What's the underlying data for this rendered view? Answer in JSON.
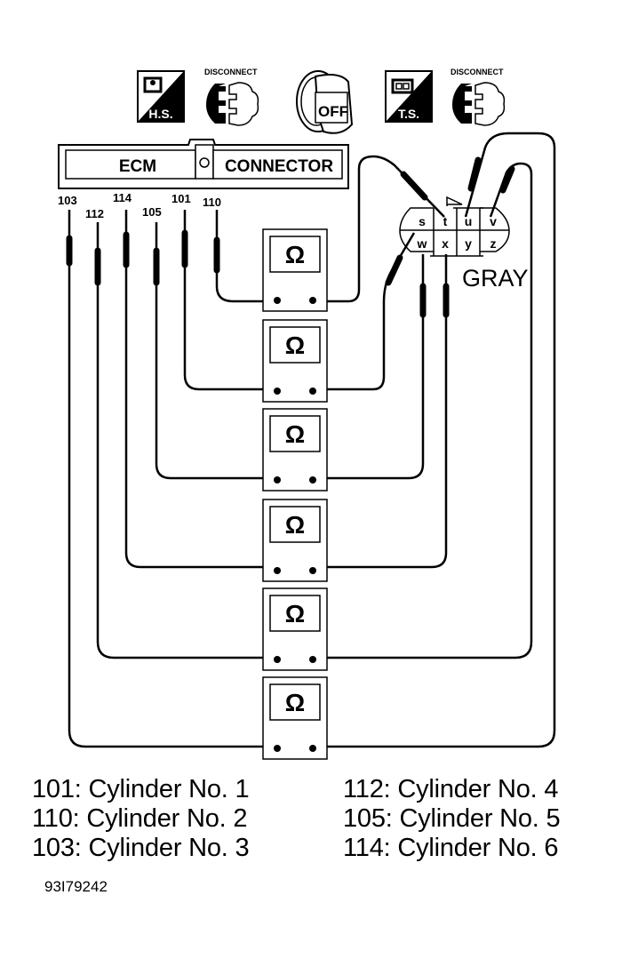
{
  "icons": {
    "hs_label": "H.S.",
    "ts_label": "T.S.",
    "disconnect_label_1": "DISCONNECT",
    "disconnect_label_2": "DISCONNECT",
    "ignition_label": "OFF"
  },
  "ecm_connector": {
    "left_label": "ECM",
    "right_label": "CONNECTOR"
  },
  "ecm_pins": [
    {
      "pin": "103"
    },
    {
      "pin": "112"
    },
    {
      "pin": "114"
    },
    {
      "pin": "105"
    },
    {
      "pin": "101"
    },
    {
      "pin": "110"
    }
  ],
  "gray_connector": {
    "label": "GRAY",
    "top_row": [
      "s",
      "t",
      "u",
      "v"
    ],
    "bottom_row": [
      "w",
      "x",
      "y",
      "z"
    ]
  },
  "ohmmeter_symbol": "Ω",
  "legend": {
    "left": [
      "101: Cylinder No. 1",
      "110: Cylinder No. 2",
      "103: Cylinder No. 3"
    ],
    "right": [
      "112: Cylinder No. 4",
      "105: Cylinder No. 5",
      "114: Cylinder No. 6"
    ]
  },
  "figure_id": "93I79242"
}
